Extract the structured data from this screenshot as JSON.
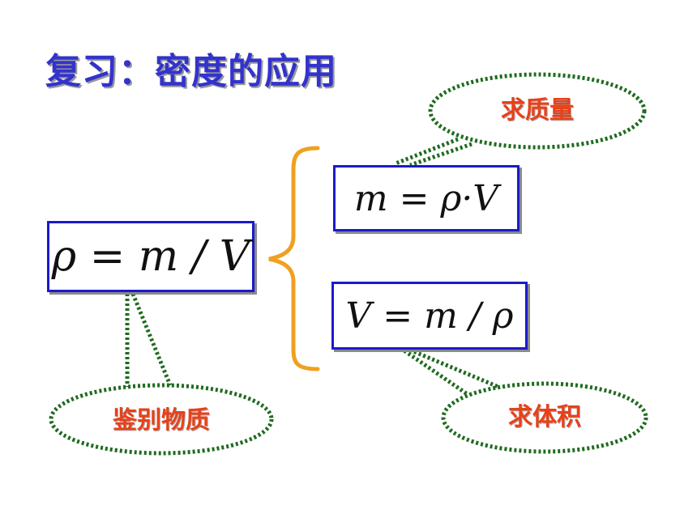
{
  "title": "复习：密度的应用",
  "formulas": {
    "density": "ρ = m / V",
    "mass": "m = ρ·V",
    "volume": "V = m / ρ"
  },
  "bubbles": {
    "mass": "求质量",
    "identify": "鉴别物质",
    "volume": "求体积"
  },
  "colors": {
    "title": "#3333cc",
    "box_border": "#1a1acc",
    "brace": "#f0a020",
    "bubble_dots": "#1f6b1f",
    "bubble_text": "#e8411a"
  }
}
